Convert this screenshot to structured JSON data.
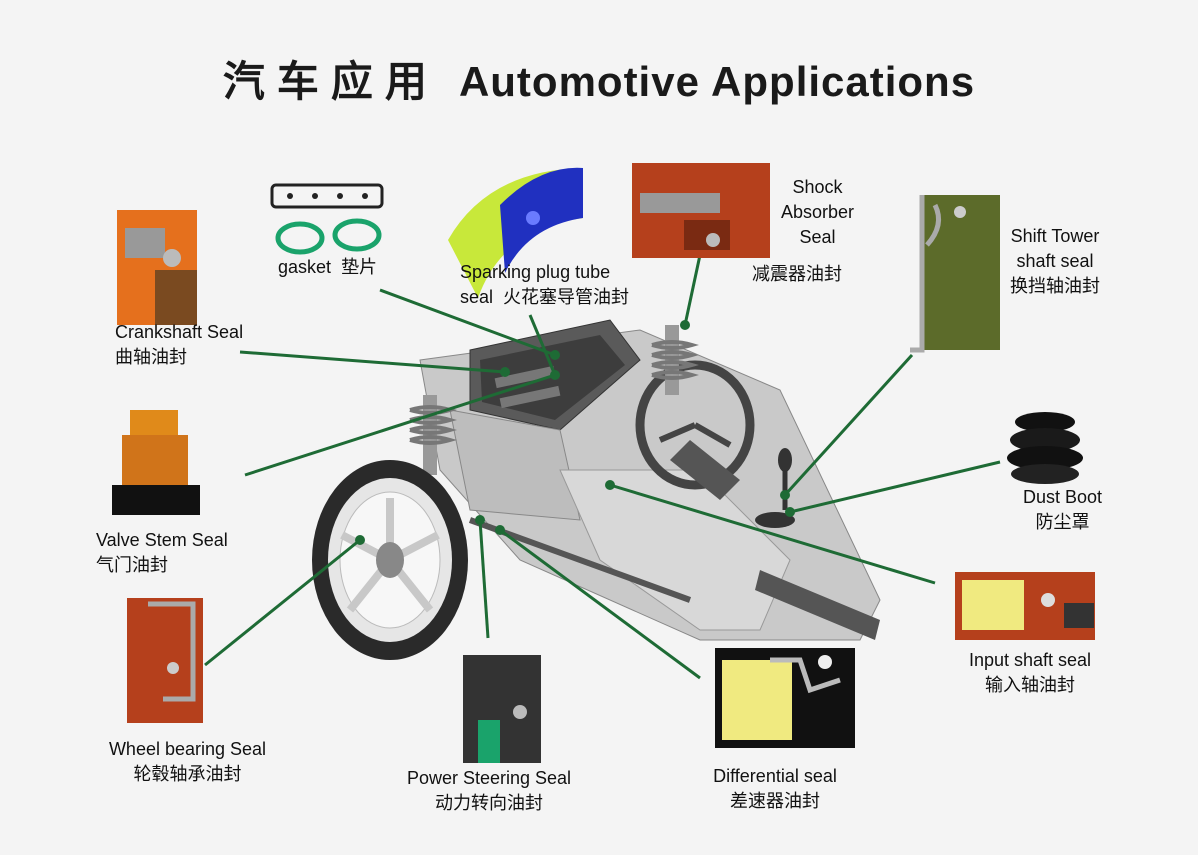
{
  "title": {
    "cn": "汽车应用",
    "en": "Automotive Applications"
  },
  "parts": {
    "gasket": {
      "en": "gasket",
      "cn": "垫片"
    },
    "sparking": {
      "en1": "Sparking plug tube",
      "en2": "seal",
      "cn": "火花塞导管油封"
    },
    "shock": {
      "en1": "Shock",
      "en2": "Absorber",
      "en3": "Seal",
      "cn": "减震器油封"
    },
    "shift": {
      "en1": "Shift Tower",
      "en2": "shaft seal",
      "cn": "换挡轴油封"
    },
    "crankshaft": {
      "en": "Crankshaft Seal",
      "cn": "曲轴油封"
    },
    "valve": {
      "en": "Valve Stem Seal",
      "cn": "气门油封"
    },
    "dust": {
      "en": "Dust Boot",
      "cn": "防尘罩"
    },
    "input": {
      "en": "Input shaft seal",
      "cn": "输入轴油封"
    },
    "wheel": {
      "en": "Wheel bearing Seal",
      "cn": "轮毂轴承油封"
    },
    "power": {
      "en": "Power Steering Seal",
      "cn": "动力转向油封"
    },
    "differential": {
      "en": "Differential seal",
      "cn": "差速器油封"
    }
  },
  "colors": {
    "leader": "#1e6b35",
    "rubber": "#b5401c",
    "metal": "#8a8a8a",
    "spring": "#e8e2a0"
  }
}
